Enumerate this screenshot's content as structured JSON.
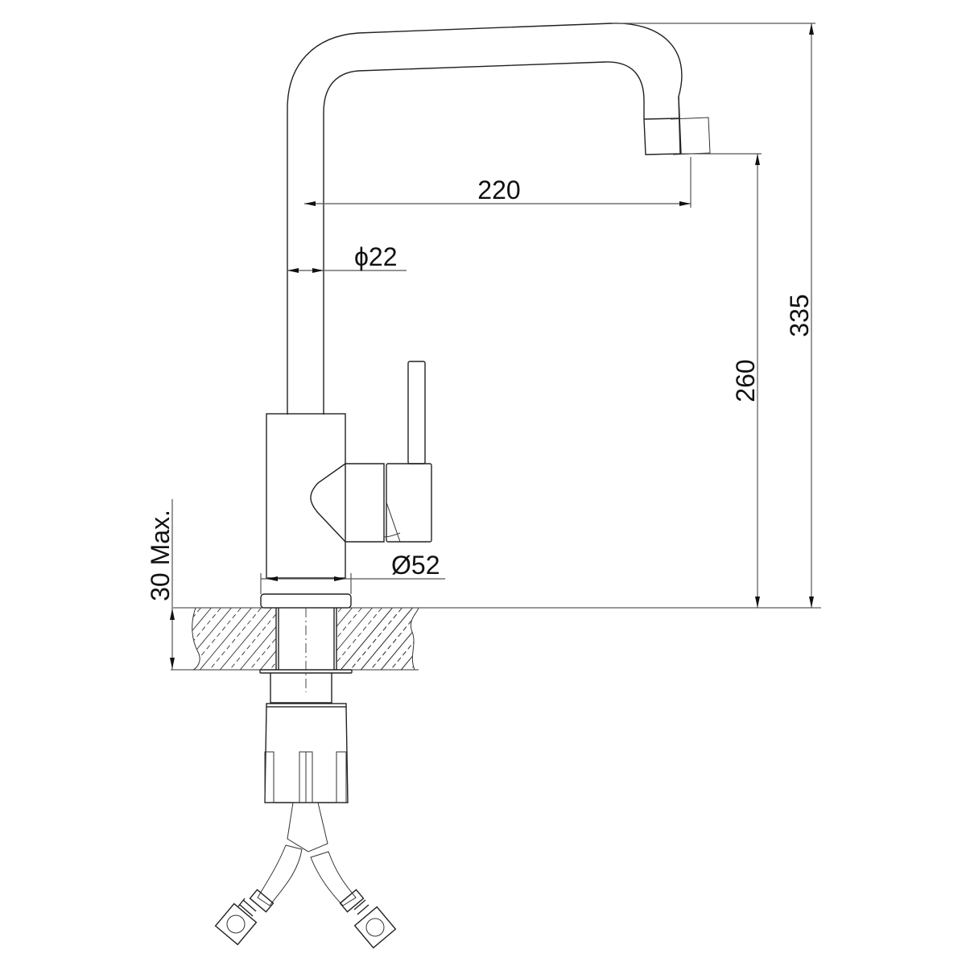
{
  "drawing": {
    "type": "technical-dimension-drawing",
    "subject": "single-lever kitchen faucet with swivel spout",
    "units": "mm",
    "colors": {
      "line": "#222222",
      "dimension": "#555555",
      "background": "#ffffff"
    }
  },
  "dimensions": {
    "spout_reach": {
      "label": "220"
    },
    "spout_tube_diameter": {
      "label": "ϕ22"
    },
    "body_diameter": {
      "label": "Ø52"
    },
    "spout_outlet_height": {
      "label": "260"
    },
    "total_height": {
      "label": "335"
    },
    "max_countertop_thickness": {
      "label": "30 Max."
    }
  }
}
